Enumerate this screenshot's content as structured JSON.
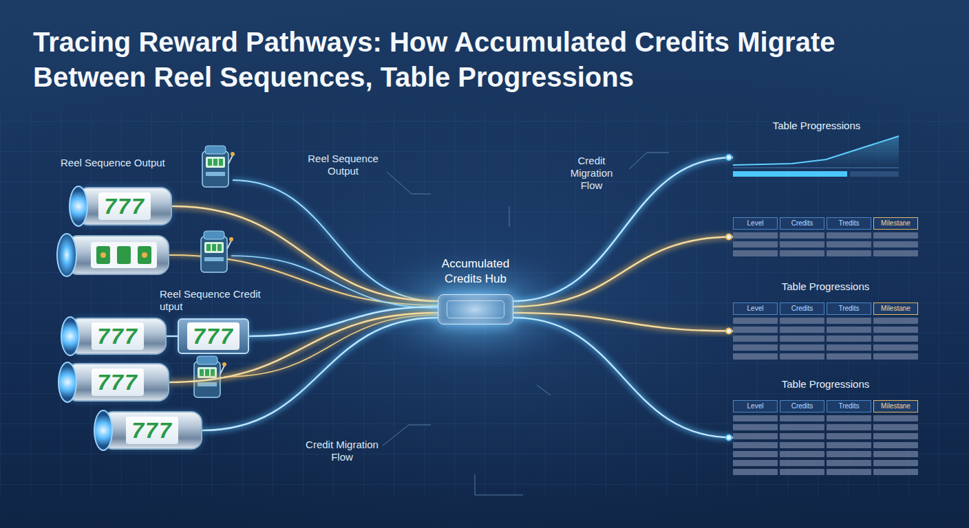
{
  "diagram": {
    "title": "Tracing Reward Pathways: How Accumulated Credits Migrate Between Reel Sequences, Table Progressions",
    "nodes": [
      {
        "text": [
          "777"
        ]
      },
      {
        "text": [
          "777"
        ]
      },
      {
        "text": [
          "777"
        ]
      },
      {
        "text": [
          "777"
        ]
      },
      {
        "text": [
          "777"
        ]
      },
      {
        "text": [
          "Accumulated Credits Hub"
        ]
      },
      {
        "text": [
          "Table Progressions"
        ]
      },
      {
        "text": [
          "Level",
          "Credits",
          "Tredits",
          "Milestane"
        ]
      },
      {
        "text": [
          "Table Progressions",
          "Level",
          "Credits",
          "Tredits",
          "Milestane"
        ]
      },
      {
        "text": [
          "Table Progressions",
          "Level",
          "Credits",
          "Tredits",
          "Milestane"
        ]
      }
    ],
    "edges": [
      {
        "from": 0,
        "to": 5,
        "arrow": "none"
      },
      {
        "from": 1,
        "to": 2,
        "arrow": "none"
      },
      {
        "from": 2,
        "to": 5,
        "arrow": "none"
      },
      {
        "from": 3,
        "to": 5,
        "arrow": "none"
      },
      {
        "from": 4,
        "to": 5,
        "arrow": "none"
      },
      {
        "from": 5,
        "to": 6,
        "arrow": "none"
      },
      {
        "from": 5,
        "to": 7,
        "arrow": "none"
      },
      {
        "from": 5,
        "to": 8,
        "arrow": "none"
      },
      {
        "from": 5,
        "to": 9,
        "arrow": "none"
      }
    ],
    "labels": [
      "Reel Sequence Output",
      "Reel Sequence Output",
      "Reel Sequence Credit utput",
      "Credit Migration Flow",
      "Credit Migration Flow"
    ]
  }
}
